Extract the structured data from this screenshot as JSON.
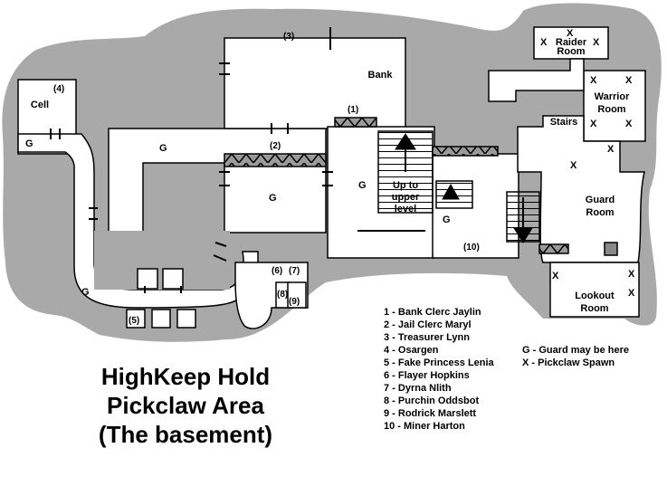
{
  "title": {
    "line1": "HighKeep Hold",
    "line2": "Pickclaw Area",
    "line3": "(The basement)"
  },
  "npc_legend": [
    "1 - Bank Clerc Jaylin",
    "2 - Jail Clerc Maryl",
    "3 - Treasurer Lynn",
    "4 - Osargen",
    "5 - Fake Princess Lenia",
    "6 - Flayer Hopkins",
    "7 - Dyrna Nlith",
    "8 - Purchin Oddsbot",
    "9 - Rodrick Marslett",
    "10 - Miner Harton"
  ],
  "symbol_legend": [
    "G - Guard may be here",
    "X - Pickclaw Spawn"
  ],
  "rooms": {
    "bank": "Bank",
    "cell": "Cell",
    "raider_1": "Raider",
    "raider_2": "Room",
    "warrior_1": "Warrior",
    "warrior_2": "Room",
    "stairs": "Stairs",
    "guard_1": "Guard",
    "guard_2": "Room",
    "lookout_1": "Lookout",
    "lookout_2": "Room",
    "upper_1": "Up to",
    "upper_2": "upper",
    "upper_3": "level"
  },
  "markers": {
    "n1": "(1)",
    "n2": "(2)",
    "n3": "(3)",
    "n4": "(4)",
    "n5": "(5)",
    "n6": "(6)",
    "n7": "(7)",
    "n8": "(8)",
    "n9": "(9)",
    "n10": "(10)"
  },
  "guard_symbol": "G",
  "spawn_symbol": "X",
  "colors": {
    "cave": "#a9a9a9",
    "floor": "#ffffff",
    "wall": "#000000"
  }
}
